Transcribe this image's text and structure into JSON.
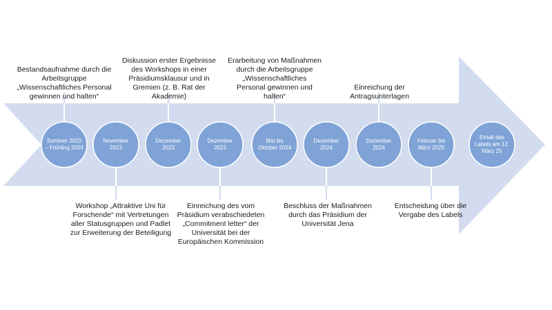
{
  "colors": {
    "arrow": "#d2dcee",
    "node": "#7fa3d6",
    "node_stroke": "#ffffff",
    "connector": "#ffffff"
  },
  "nodes": [
    {
      "date": "Sommer 2023 – Frühling 2024",
      "event": "Bestandsaufnahme durch die Arbeitsgruppe „Wissenschaftliches Personal gewinnen und halten“",
      "side": "above"
    },
    {
      "date": "November 2023",
      "event": "Workshop „Attraktive Uni für Forschende“ mit Vertretungen aller Statusgruppen und Padlet zur Erweiterung der Beteiligung",
      "side": "below"
    },
    {
      "date": "Dezember 2023",
      "event": "Diskussion erster Ergebnisse des Workshops in einer Präsidiumsklausur und in Gremien (z. B. Rat der Akademie)",
      "side": "above"
    },
    {
      "date": "Dezember 2023",
      "event": "Einreichung des vom Präsidium verabschiedeten „Commitment letter“ der Universität bei der Europäischen Kommission",
      "side": "below"
    },
    {
      "date": "Mai bis Oktober 2024",
      "event": "Erarbeitung von Maßnahmen durch die Arbeitsgruppe „Wissenschaftliches Personal gewinnen und halten“",
      "side": "above"
    },
    {
      "date": "Dezember 2024",
      "event": "Beschluss der Maßnahmen durch das Präsidium der Universität Jena",
      "side": "below"
    },
    {
      "date": "Dezember 2024",
      "event": "Einreichung der Antragsunterlagen",
      "side": "above"
    },
    {
      "date": "Februar bis März 2025",
      "event": "Entscheidung über die Vergabe des Labels",
      "side": "below"
    },
    {
      "date": "Erhalt des Labels am 12. März 25",
      "event": "",
      "side": "none"
    }
  ]
}
